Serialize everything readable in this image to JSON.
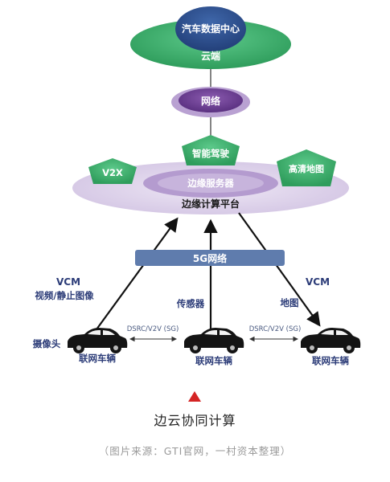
{
  "cloud": {
    "center_label": "汽车数据中心",
    "ring_label": "云端"
  },
  "network": {
    "label": "网络"
  },
  "edge": {
    "smart_driving": "智能驾驶",
    "v2x": "V2X",
    "hd_map": "高清地图",
    "edge_server": "边缘服务器",
    "platform": "边缘计算平台"
  },
  "bar_5g": {
    "label": "5G网络"
  },
  "left_labels": {
    "vcm": "VCM",
    "video": "视频/静止图像",
    "camera": "摄像头"
  },
  "middle_labels": {
    "sensor": "传感器"
  },
  "right_labels": {
    "vcm": "VCM",
    "map": "地图"
  },
  "links": {
    "left": "DSRC/V2V (SG)",
    "right": "DSRC/V2V (SG)"
  },
  "cars": [
    {
      "label": "联网车辆"
    },
    {
      "label": "联网车辆"
    },
    {
      "label": "联网车辆"
    }
  ],
  "caption": {
    "title": "边云协同计算",
    "source": "（图片来源：GTI官网，一村资本整理）"
  },
  "colors": {
    "green": "#3dae6b",
    "navy": "#2e4f8e",
    "purple": "#6a3d8f",
    "lavender": "#ddd3ea",
    "steel": "#5f7cad",
    "red": "#d42424"
  }
}
